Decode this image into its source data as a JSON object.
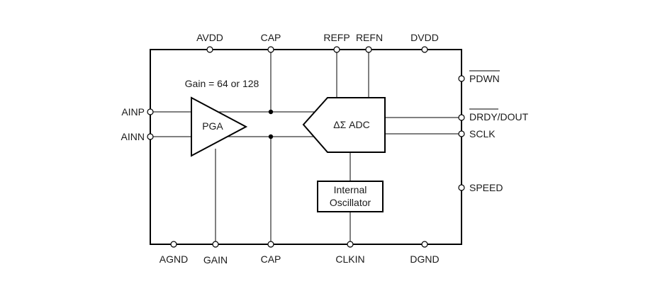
{
  "pins": {
    "top": {
      "avdd": "AVDD",
      "cap": "CAP",
      "refp": "REFP",
      "refn": "REFN",
      "dvdd": "DVDD"
    },
    "bottom": {
      "agnd": "AGND",
      "gain": "GAIN",
      "cap": "CAP",
      "clkin": "CLKIN",
      "dgnd": "DGND"
    },
    "left": {
      "ainp": "AINP",
      "ainn": "AINN"
    },
    "right": {
      "pdwn": "PDWN",
      "drdy_dout": "DRDY/DOUT",
      "sclk": "SCLK",
      "speed": "SPEED"
    }
  },
  "blocks": {
    "pga": "PGA",
    "gain_note": "Gain = 64 or 128",
    "adc": "ΔΣ ADC",
    "oscillator_line1": "Internal",
    "oscillator_line2": "Oscillator"
  }
}
